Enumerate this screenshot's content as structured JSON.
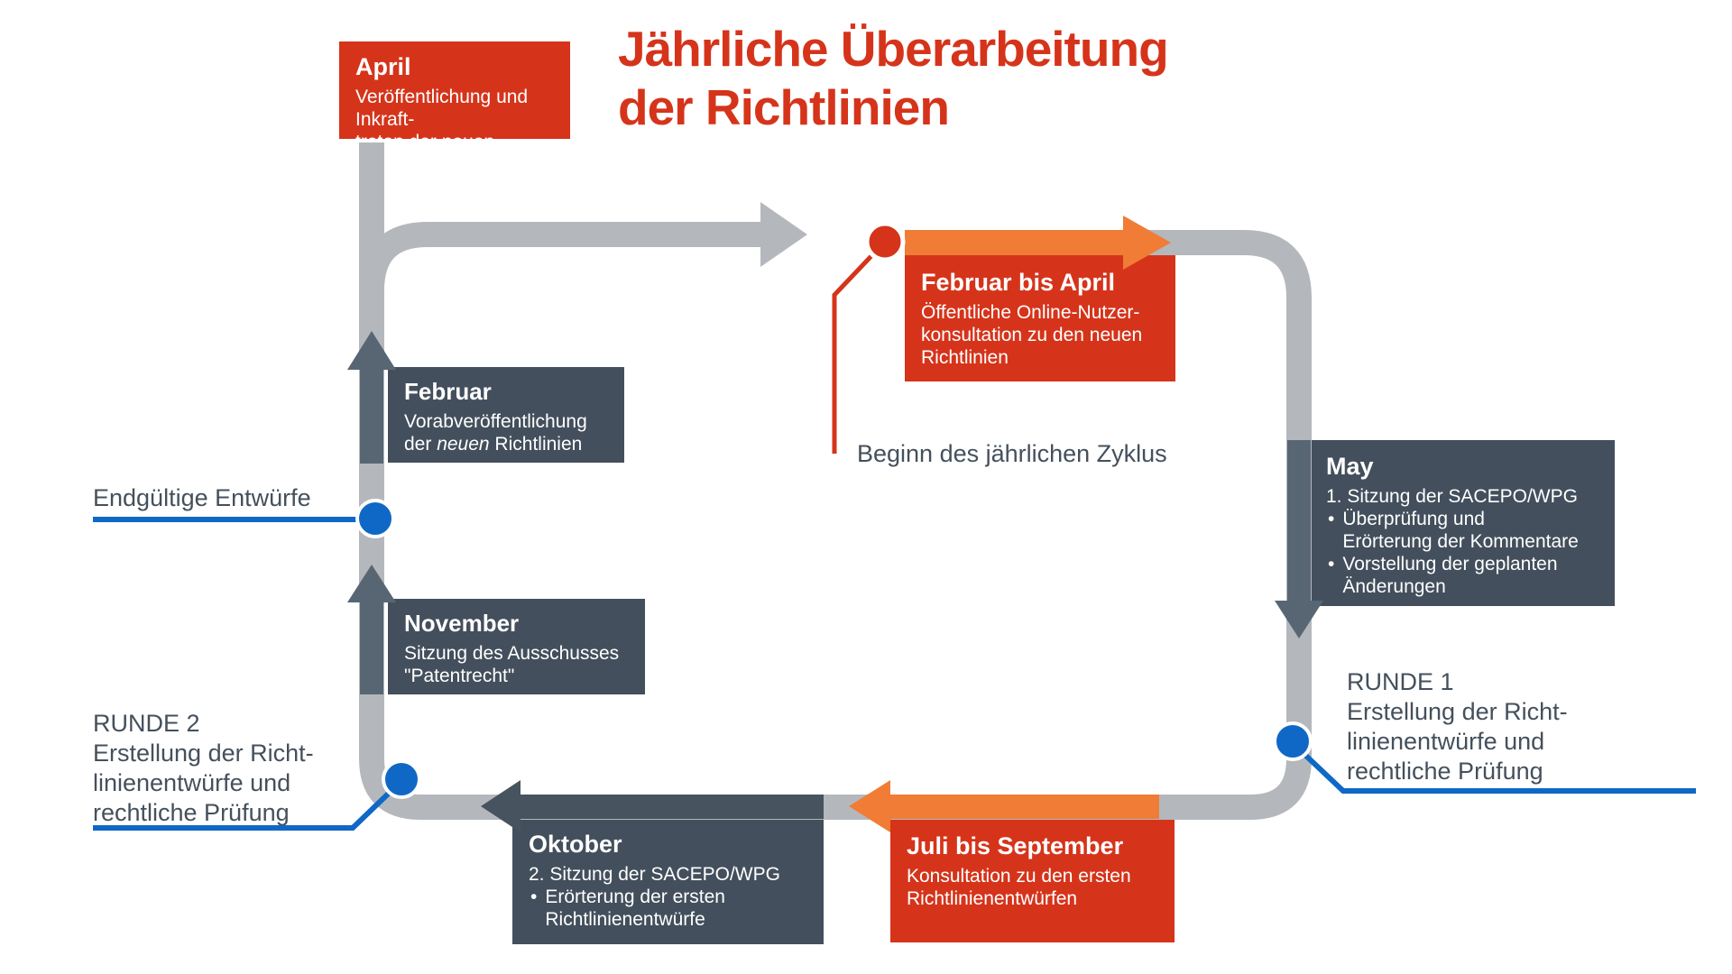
{
  "title": {
    "line1": "Jährliche Überarbeitung",
    "line2": "der Richtlinien"
  },
  "glyphs": {
    "bullet": "•"
  },
  "boxes": {
    "april": {
      "title": "April",
      "line1": "Veröffentlichung und Inkraft-",
      "line2": "treten der neuen Richtlinien"
    },
    "feb_apr": {
      "title": "Februar bis April",
      "line1": "Öffentliche Online-Nutzer-",
      "line2": "konsultation zu den neuen",
      "line3": "Richtlinien"
    },
    "may": {
      "title": "May",
      "line1": "1. Sitzung der SACEPO/WPG",
      "bullet1a": "Überprüfung und",
      "bullet1b": "Erörterung der Kommentare",
      "bullet2a": "Vorstellung der geplanten",
      "bullet2b": "Änderungen"
    },
    "november": {
      "title": "November",
      "line1": "Sitzung des Ausschusses",
      "line2": "\"Patentrecht\""
    },
    "februar": {
      "title": "Februar",
      "line1": "Vorabveröffentlichung",
      "line2_pre": "der ",
      "line2_italic": "neuen",
      "line2_post": " Richtlinien"
    },
    "oktober": {
      "title": "Oktober",
      "line1": "2. Sitzung der SACEPO/WPG",
      "bullet1a": "Erörterung der ersten",
      "bullet1b": "Richtlinienentwürfe"
    },
    "juli_sep": {
      "title": "Juli bis September",
      "line1": "Konsultation zu den ersten",
      "line2": "Richtlinienentwürfen"
    }
  },
  "labels": {
    "cycle_start": "Beginn des jährlichen Zyklus",
    "final_drafts": "Endgültige Entwürfe",
    "round1_title": "RUNDE 1",
    "round1_line1": "Erstellung der Richt-",
    "round1_line2": "linienentwürfe und",
    "round1_line3": "rechtliche Prüfung",
    "round2_title": "RUNDE 2",
    "round2_line1": "Erstellung der Richt-",
    "round2_line2": "linienentwürfe und",
    "round2_line3": "rechtliche Prüfung"
  },
  "colors": {
    "red": "#d5341b",
    "orange": "#f07c36",
    "dark_slate": "#434f5c",
    "arrow_gray": "#586674",
    "dark_arrow_gray": "#47535f",
    "path_gray": "#b4b8bd",
    "blue": "#1068c6",
    "text_dark": "#44505c",
    "background": "#ffffff"
  }
}
